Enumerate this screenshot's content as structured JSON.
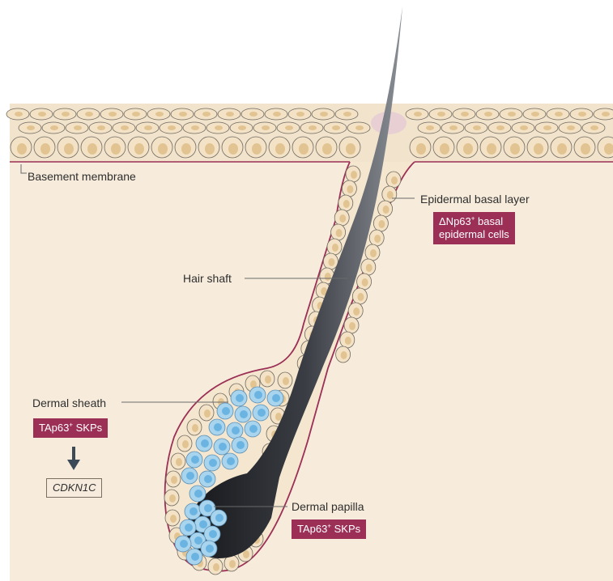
{
  "colors": {
    "dermis": "#f7ecdc",
    "epidermis_cell": "#f3e2c5",
    "cell_nucleus": "#e2c493",
    "outline": "#9b2f55",
    "skp_cell": "#a9d4ee",
    "skp_nucleus": "#6bb4e2",
    "badge": "#9b2f55",
    "hair": "#2b2d31"
  },
  "labels": {
    "basement_membrane": "Basement membrane",
    "epidermal_basal_layer": "Epidermal basal layer",
    "basal_badge": {
      "prefix": "ΔNp63",
      "sup": "+",
      "rest": " basal",
      "line2": "epidermal cells"
    },
    "hair_shaft": "Hair shaft",
    "dermal_sheath": "Dermal sheath",
    "sheath_badge": {
      "prefix": "TAp63",
      "sup": "+",
      "rest": " SKPs"
    },
    "gene_box": "CDKN1C",
    "dermal_papilla": "Dermal papilla",
    "papilla_badge": {
      "prefix": "TAp63",
      "sup": "+",
      "rest": " SKPs"
    }
  },
  "icons": {
    "arrow": "arrow-down-icon"
  }
}
